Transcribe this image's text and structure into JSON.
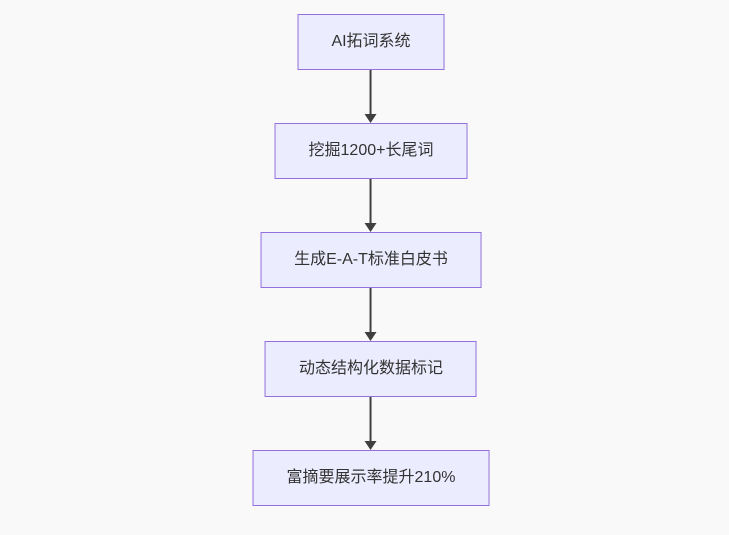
{
  "background": "#f9f9f9",
  "diagram": {
    "type": "flowchart",
    "direction": "top-down",
    "colors": {
      "node_fill": "#ECECFF",
      "node_border": "#9370DB",
      "text_color": "#333333",
      "arrow_color": "#3f3f3f"
    },
    "nodes": [
      {
        "id": "n1",
        "label": "AI拓词系统"
      },
      {
        "id": "n2",
        "label": "挖掘1200+长尾词"
      },
      {
        "id": "n3",
        "label": "生成E-A-T标准白皮书"
      },
      {
        "id": "n4",
        "label": "动态结构化数据标记"
      },
      {
        "id": "n5",
        "label": "富摘要展示率提升210%"
      }
    ],
    "edges": [
      {
        "from": "n1",
        "to": "n2"
      },
      {
        "from": "n2",
        "to": "n3"
      },
      {
        "from": "n3",
        "to": "n4"
      },
      {
        "from": "n4",
        "to": "n5"
      }
    ]
  }
}
